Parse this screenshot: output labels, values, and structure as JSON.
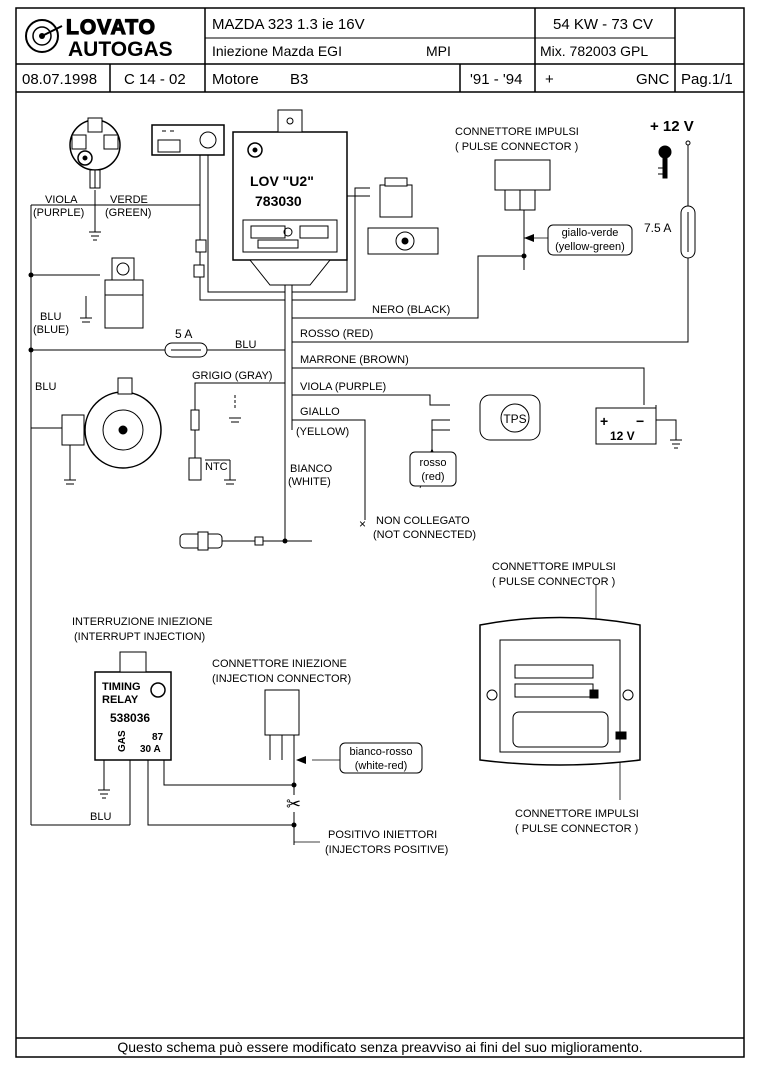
{
  "header": {
    "logo_line1": "LOVATO",
    "logo_line2": "AUTOGAS",
    "vehicle": "MAZDA  323   1.3 ie   16V",
    "power": "54 KW - 73 CV",
    "injection": "Iniezione   Mazda  EGI",
    "injection_type": "MPI",
    "mixer": "Mix. 782003  GPL",
    "date": "08.07.1998",
    "code": "C 14 - 02",
    "engine_label": "Motore",
    "engine": "B3",
    "years": "'91 - '94",
    "plus": "+",
    "gnc": "GNC",
    "page": "Pag.1/1"
  },
  "ecu": {
    "name": "LOV \"U2\"",
    "code": "783030"
  },
  "labels": {
    "viola_purple_1": "VIOLA",
    "viola_purple_2": "(PURPLE)",
    "verde_1": "VERDE",
    "verde_2": "(GREEN)",
    "blu_blue_1": "BLU",
    "blu_blue_2": "(BLUE)",
    "blu_left": "BLU",
    "fuse_5a": "5 A",
    "blu_mid": "BLU",
    "grigio": "GRIGIO (GRAY)",
    "ntc": "NTC",
    "nero": "NERO (BLACK)",
    "rosso": "ROSSO (RED)",
    "marrone": "MARRONE (BROWN)",
    "viola_right": "VIOLA (PURPLE)",
    "giallo_1": "GIALLO",
    "giallo_2": "(YELLOW)",
    "bianco_1": "BIANCO",
    "bianco_2": "(WHITE)",
    "non_coll_1": "NON COLLEGATO",
    "non_coll_2": "(NOT CONNECTED)",
    "pulse_top_1": "CONNETTORE IMPULSI",
    "pulse_top_2": "( PULSE CONNECTOR )",
    "giallo_verde_1": "giallo-verde",
    "giallo_verde_2": "(yellow-green)",
    "plus12v": "+ 12 V",
    "fuse_75a": "7.5 A",
    "tps": "TPS",
    "rosso_red_1": "rosso",
    "rosso_red_2": "(red)",
    "batt_plus": "+",
    "batt_minus": "−",
    "batt_v": "12 V",
    "interr_1": "INTERRUZIONE INIEZIONE",
    "interr_2": "(INTERRUPT INJECTION)",
    "conn_inj_1": "CONNETTORE INIEZIONE",
    "conn_inj_2": "(INJECTION CONNECTOR)",
    "relay_1": "TIMING",
    "relay_2": "RELAY",
    "relay_code": "538036",
    "relay_gas": "GAS",
    "relay_87": "87",
    "relay_30a": "30 A",
    "bianco_rosso_1": "bianco-rosso",
    "bianco_rosso_2": "(white-red)",
    "blu_bottom": "BLU",
    "pos_inj_1": "POSITIVO INIETTORI",
    "pos_inj_2": "(INJECTORS POSITIVE)",
    "pulse_mid_1": "CONNETTORE IMPULSI",
    "pulse_mid_2": "( PULSE CONNECTOR )",
    "pulse_bot_1": "CONNETTORE IMPULSI",
    "pulse_bot_2": "( PULSE CONNECTOR )"
  },
  "footer": "Questo schema può essere modificato senza preavviso ai fini del suo miglioramento."
}
